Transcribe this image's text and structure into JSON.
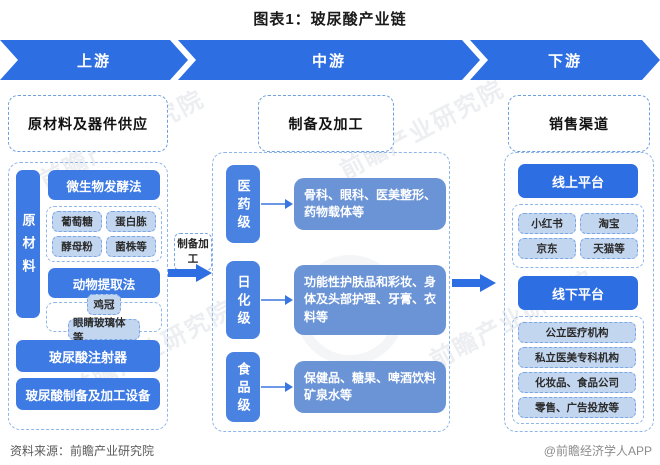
{
  "title": "图表1：玻尿酸产业链",
  "banner": {
    "upstream": "上游",
    "midstream": "中游",
    "downstream": "下游"
  },
  "upstream": {
    "header": "原材料及器件供应",
    "side_label": "原材料",
    "fermentation": {
      "label": "微生物发酵法",
      "items": [
        "葡萄糖",
        "蛋白胨",
        "酵母粉",
        "菌株等"
      ]
    },
    "animal": {
      "label": "动物提取法",
      "items": [
        "鸡冠",
        "眼睛玻璃体等"
      ]
    },
    "devices": [
      "玻尿酸注射器",
      "玻尿酸制备及加工设备"
    ]
  },
  "connector": {
    "label": "制备加工"
  },
  "midstream": {
    "header": "制备及加工",
    "rows": [
      {
        "grade": "医药级",
        "desc": "骨科、眼科、医美整形、药物载体等"
      },
      {
        "grade": "日化级",
        "desc": "功能性护肤品和彩妆、身体及头部护理、牙膏、衣料等"
      },
      {
        "grade": "食品级",
        "desc": "保健品、糖果、啤酒饮料矿泉水等"
      }
    ]
  },
  "downstream": {
    "header": "销售渠道",
    "online": {
      "label": "线上平台",
      "items": [
        "小红书",
        "淘宝",
        "京东",
        "天猫等"
      ]
    },
    "offline": {
      "label": "线下平台",
      "items": [
        "公立医疗机构",
        "私立医美专科机构",
        "化妆品、食品公司",
        "零售、广告投放等"
      ]
    }
  },
  "footer": {
    "source": "资料来源：前瞻产业研究院",
    "brand": "@前瞻经济学人APP"
  },
  "watermark": {
    "text": "前瞻产业研究院"
  },
  "colors": {
    "banner_blue": "#2e6ee3",
    "box_blue": "#3d7ae4",
    "grade_blue": "#4a82e2",
    "desc_blue": "#6b94d6",
    "chip_bg": "#c3d6f0",
    "dash_border": "#8fb6ea"
  }
}
